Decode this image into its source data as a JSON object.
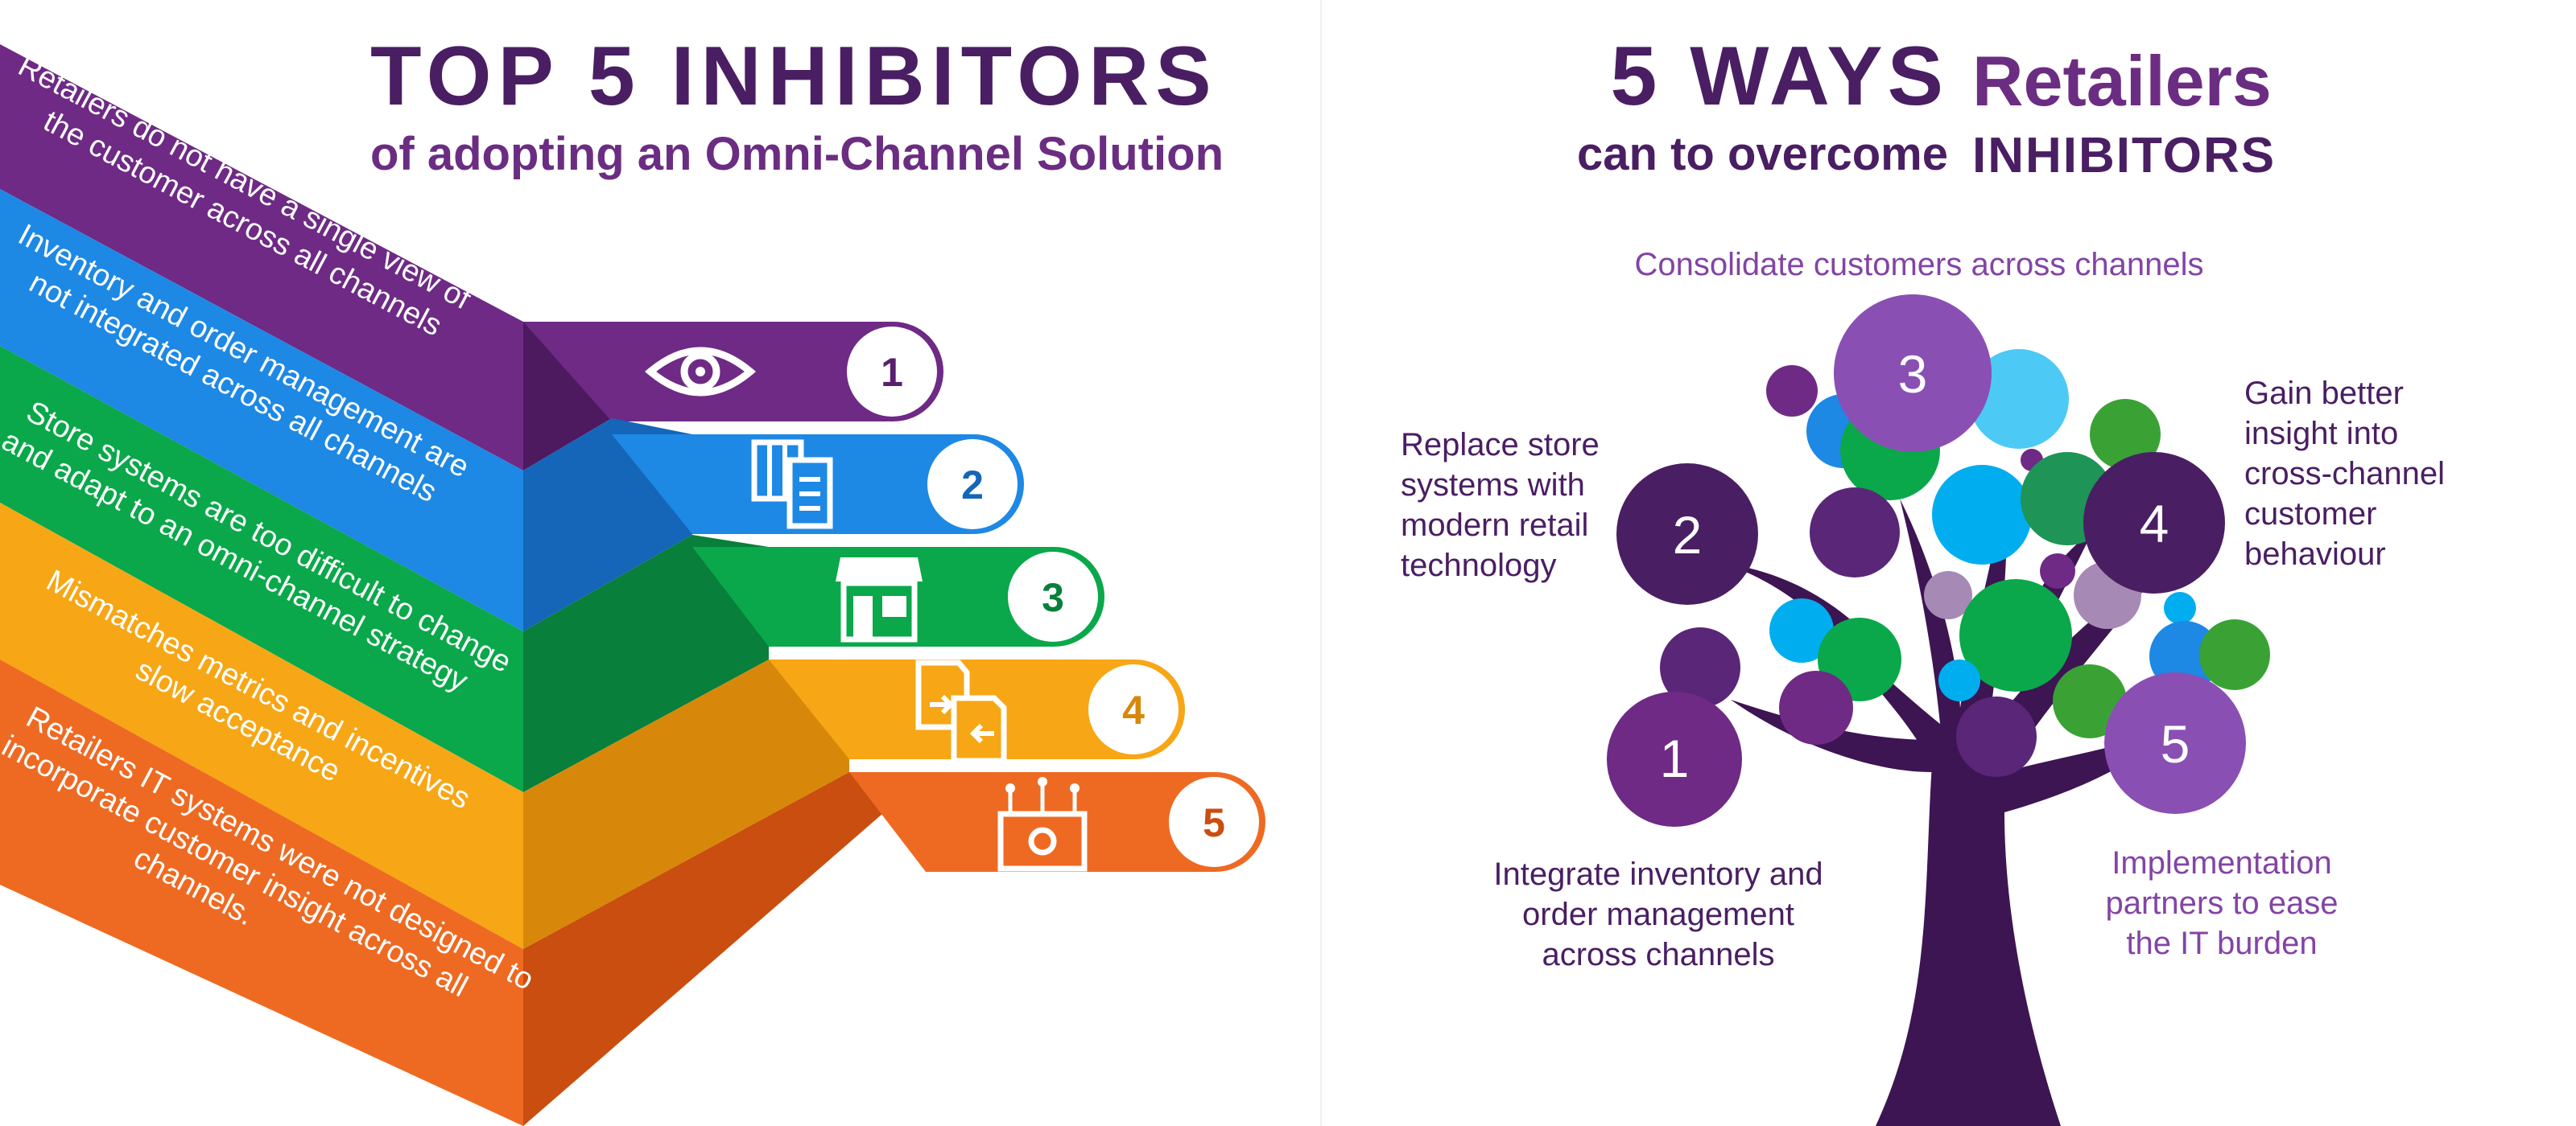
{
  "left": {
    "title": "TOP 5 INHIBITORS",
    "subtitle": "of adopting an Omni-Channel Solution",
    "inhibitors": [
      {
        "number": "1",
        "line1": "Retailers do not have a single view of",
        "line2": "the customer across all channels",
        "line3": "",
        "color": "#6e2a85",
        "dark": "#4d1a60",
        "icon": "eye-icon"
      },
      {
        "number": "2",
        "line1": "Inventory and order management are",
        "line2": "not integrated across all channels",
        "line3": "",
        "color": "#1e88e5",
        "dark": "#1566b8",
        "icon": "inventory-clipboard-icon"
      },
      {
        "number": "3",
        "line1": "Store systems are too difficult to change",
        "line2": "and adapt to an omni-channel strategy",
        "line3": "",
        "color": "#0aa84a",
        "dark": "#087f3a",
        "icon": "storefront-icon"
      },
      {
        "number": "4",
        "line1": "Mismatches metrics and incentives",
        "line2": "slow acceptance",
        "line3": "",
        "color": "#f7a615",
        "dark": "#d7880a",
        "icon": "document-exchange-icon"
      },
      {
        "number": "5",
        "line1": "Retailers IT systems were not designed to",
        "line2": "incorporate customer insight across all",
        "line3": "channels.",
        "color": "#ee6a22",
        "dark": "#c94e0f",
        "icon": "computer-gear-icon"
      }
    ]
  },
  "right": {
    "title_a": "5 WAYS",
    "title_b": "Retailers",
    "title_c": "can to overcome",
    "title_d": "INHIBITORS",
    "trunk_color": "#3d1553",
    "ways": [
      {
        "number": "1",
        "lines": [
          "Integrate inventory and",
          "order management",
          "across channels"
        ]
      },
      {
        "number": "2",
        "lines": [
          "Replace store",
          "systems with",
          "modern retail",
          "technology"
        ]
      },
      {
        "number": "3",
        "lines": [
          "Consolidate customers across channels"
        ]
      },
      {
        "number": "4",
        "lines": [
          "Gain better",
          "insight into",
          "cross-channel",
          "customer",
          "behaviour"
        ]
      },
      {
        "number": "5",
        "lines": [
          "Implementation",
          "partners to ease",
          "the IT burden"
        ]
      }
    ]
  }
}
